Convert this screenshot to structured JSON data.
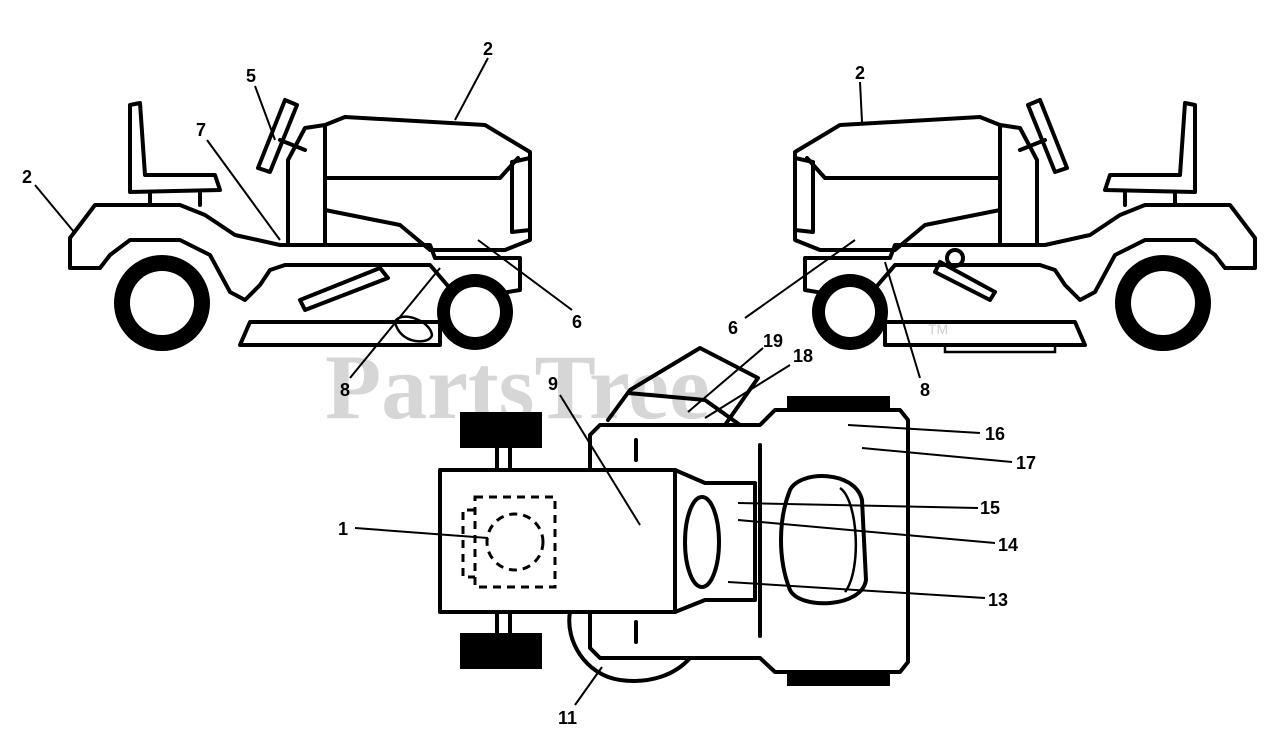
{
  "watermark": {
    "text": "PartsTree",
    "tm": "TM"
  },
  "labels": {
    "l1": "1",
    "l2a": "2",
    "l2b": "2",
    "l2c": "2",
    "l5": "5",
    "l6a": "6",
    "l6b": "6",
    "l7": "7",
    "l8a": "8",
    "l8b": "8",
    "l9": "9",
    "l11": "11",
    "l13": "13",
    "l14": "14",
    "l15": "15",
    "l16": "16",
    "l17": "17",
    "l18": "18",
    "l19": "19"
  }
}
